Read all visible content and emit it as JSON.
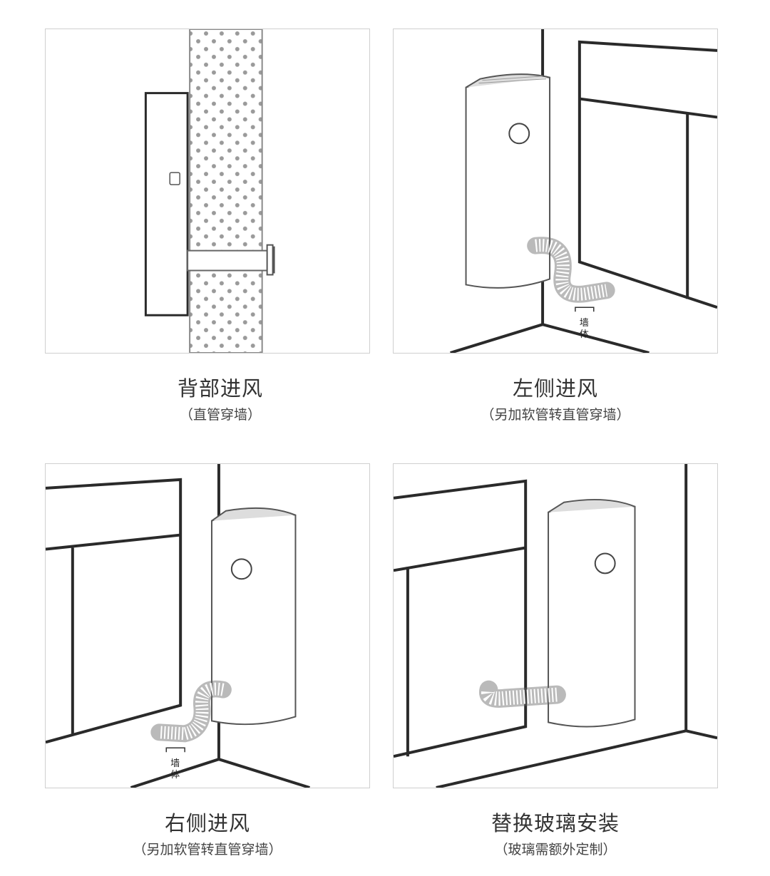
{
  "panels": [
    {
      "title": "背部进风",
      "subtitle": "（直管穿墙）"
    },
    {
      "title": "左侧进风",
      "subtitle": "（另加软管转直管穿墙）",
      "wall_label_1": "墙",
      "wall_label_2": "体"
    },
    {
      "title": "右侧进风",
      "subtitle": "（另加软管转直管穿墙）",
      "wall_label_1": "墙",
      "wall_label_2": "体"
    },
    {
      "title": "替换玻璃安装",
      "subtitle": "（玻璃需额外定制）"
    }
  ],
  "colors": {
    "line": "#2a2a2a",
    "wall_fill": "#f0f0f0",
    "dots": "#9a9a9a",
    "text": "#333333"
  }
}
